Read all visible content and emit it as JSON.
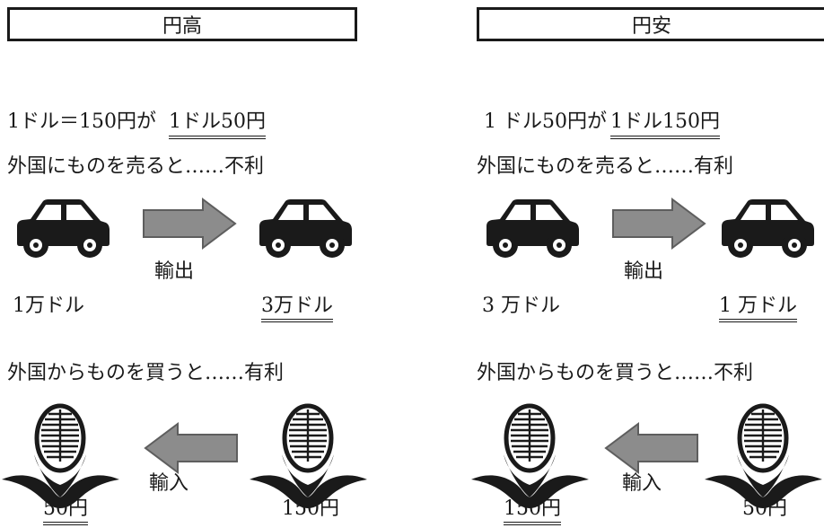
{
  "panels": {
    "left": {
      "header": "円高",
      "rate_prefix": "1ドル＝150円が",
      "rate_result": "1ドル50円",
      "export_line": "外国にものを売ると……不利",
      "export_label": "輸出",
      "export_from": "1万ドル",
      "export_to": "3万ドル",
      "import_line": "外国からものを買うと……有利",
      "import_label": "輸入",
      "import_left": "50円",
      "import_right": "150円"
    },
    "right": {
      "header": "円安",
      "rate_prefix": "1 ドル50円が",
      "rate_result": "1ドル150円",
      "export_line": "外国にものを売ると……有利",
      "export_label": "輸出",
      "export_from": "3 万ドル",
      "export_to": "1 万ドル",
      "import_line": "外国からものを買うと……不利",
      "import_label": "輸入",
      "import_left": "150円",
      "import_right": "50円"
    }
  },
  "icons": {
    "car": "car-icon",
    "corn": "corn-icon",
    "arrow_right": "arrow-right-icon",
    "arrow_left": "arrow-left-icon"
  },
  "colors": {
    "ink": "#1a1a1a",
    "arrow_fill": "#8c8c8c",
    "arrow_stroke": "#5e5e5e"
  }
}
